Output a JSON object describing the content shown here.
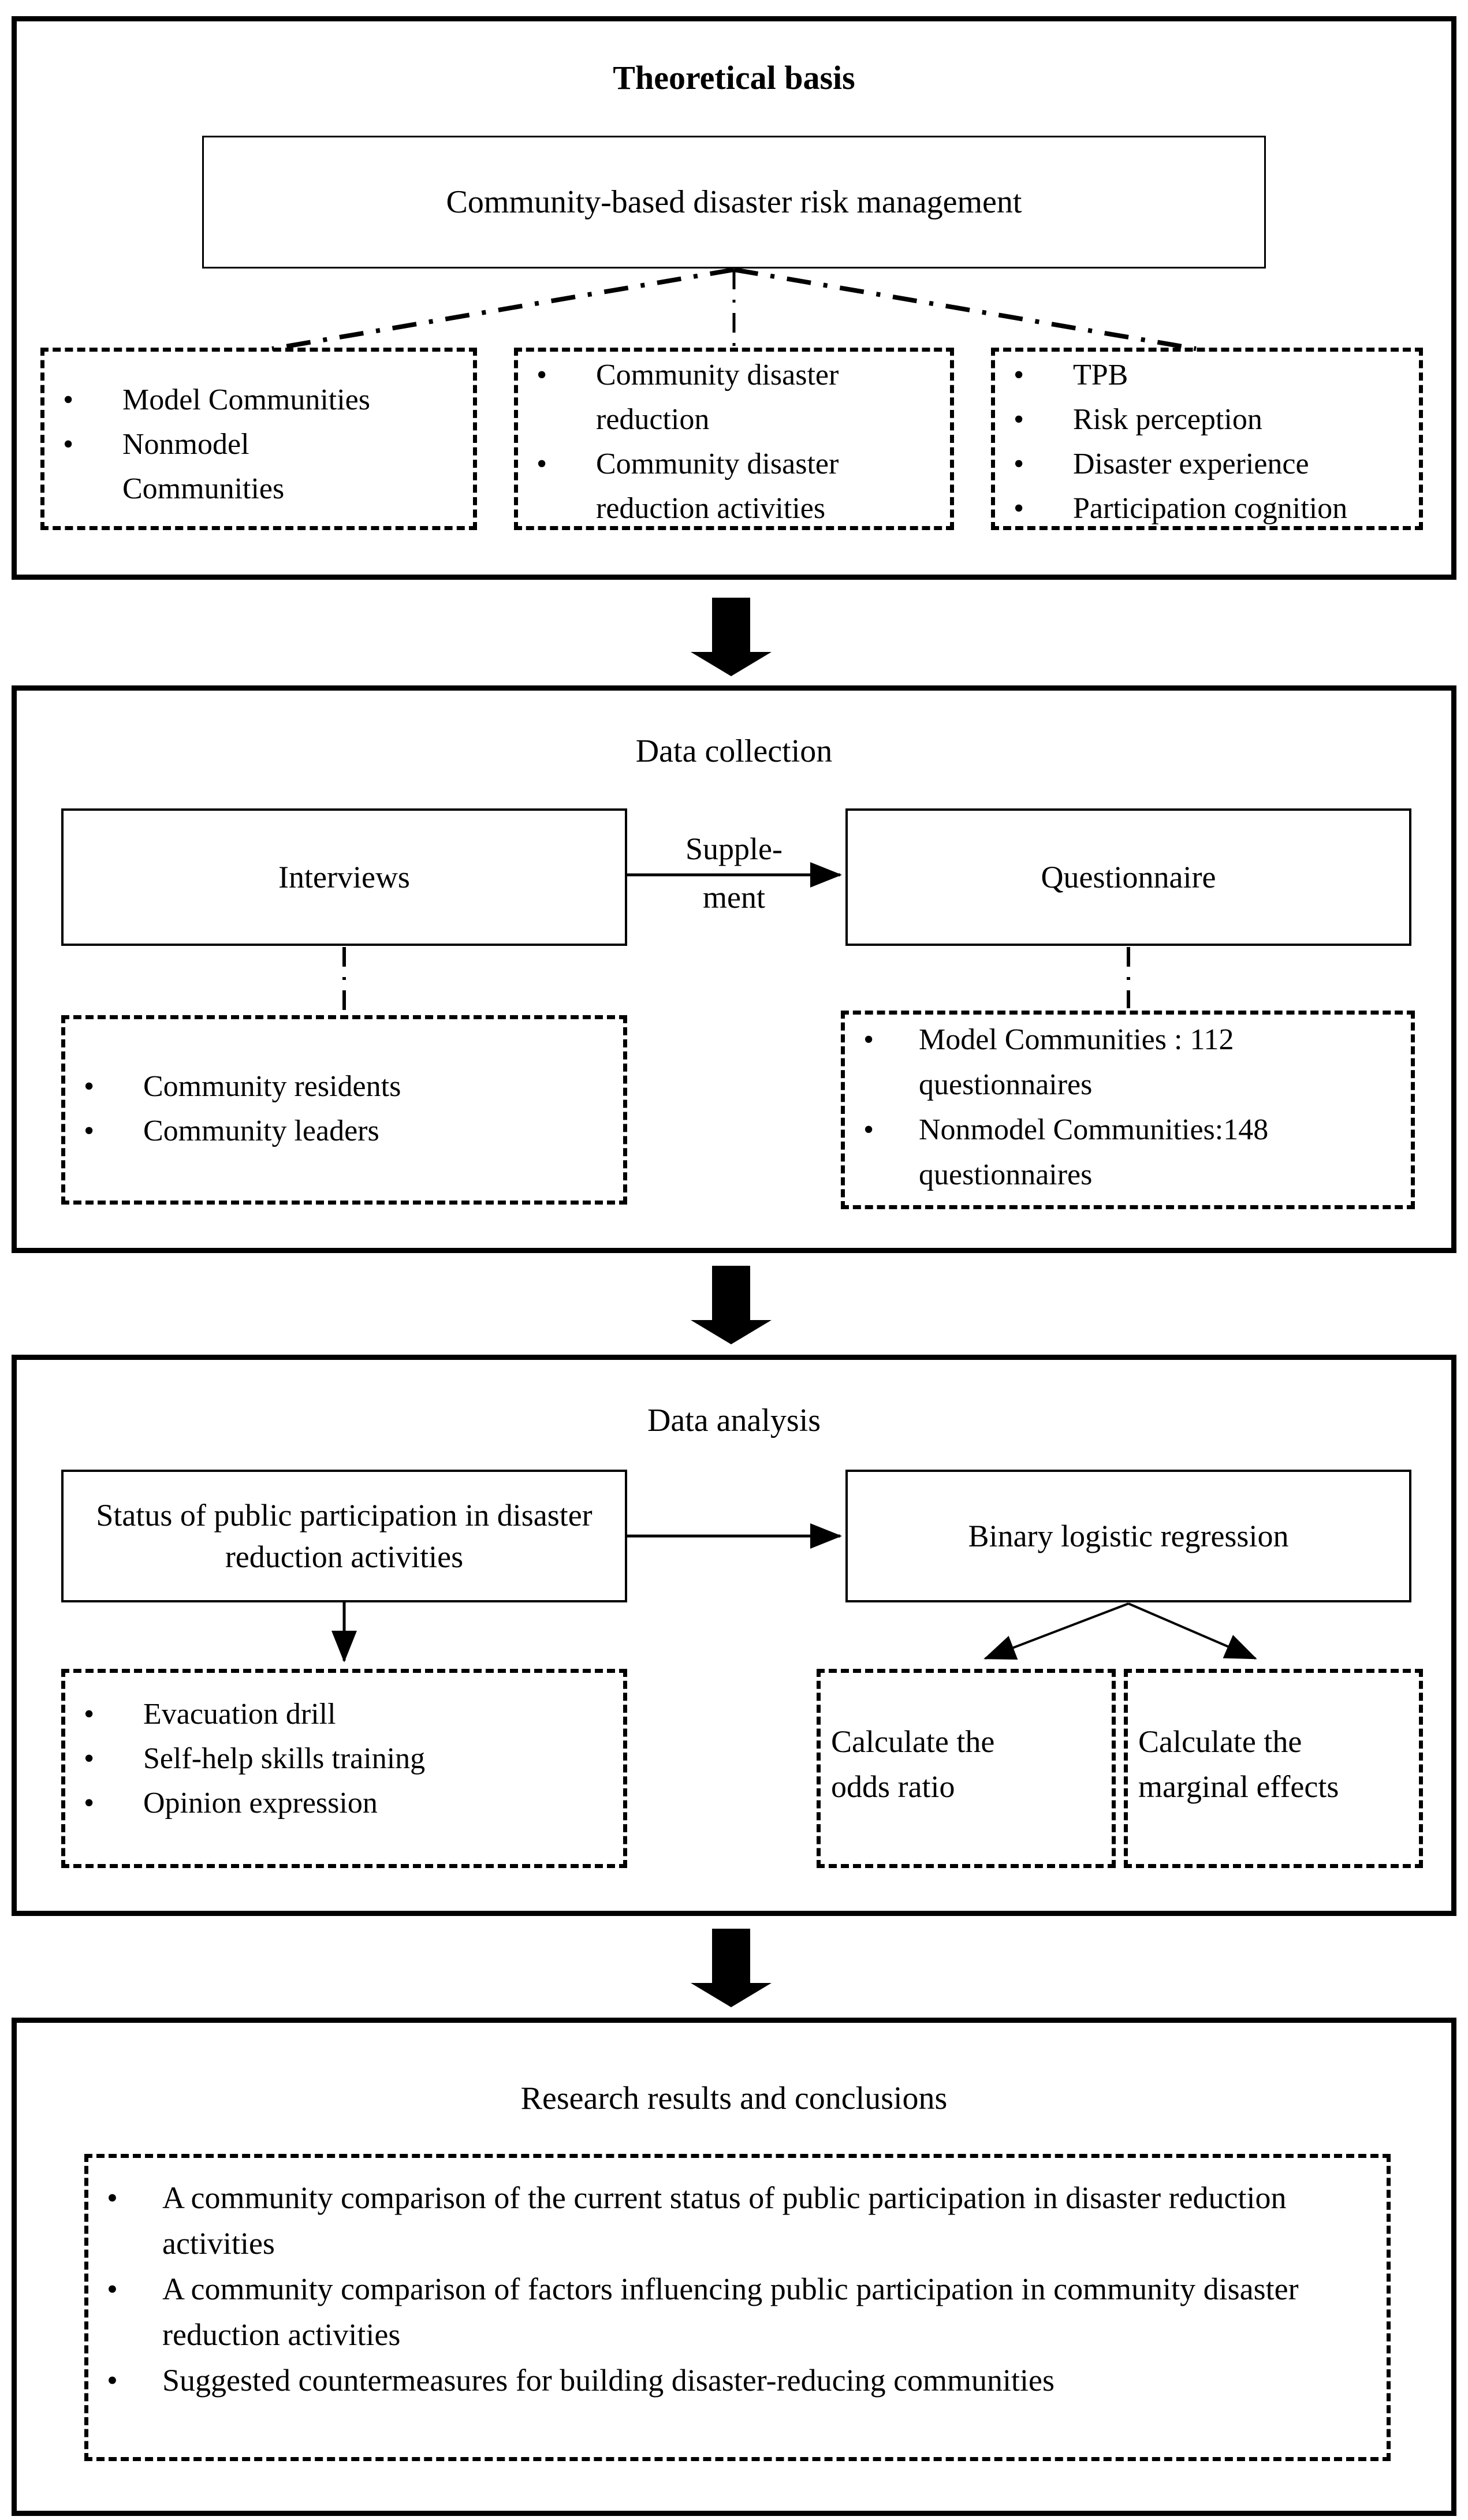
{
  "colors": {
    "ink": "#000000",
    "paper": "#ffffff"
  },
  "theory": {
    "heading": "Theoretical basis",
    "main_box": "Community-based disaster risk management",
    "communities": [
      "Model Communities",
      "Nonmodel Communities"
    ],
    "reduction": [
      "Community disaster reduction",
      "Community disaster reduction activities"
    ],
    "concepts": [
      "TPB",
      "Risk perception",
      "Disaster experience",
      "Participation cognition"
    ]
  },
  "collection": {
    "heading": "Data collection",
    "interviews": "Interviews",
    "questionnaire": "Questionnaire",
    "supplement_line1": "Supple-",
    "supplement_line2": "ment",
    "interviewees": [
      "Community residents",
      "Community leaders"
    ],
    "samples": [
      "Model Communities : 112 questionnaires",
      "Nonmodel Communities:148 questionnaires"
    ]
  },
  "analysis": {
    "heading": "Data analysis",
    "status_box": "Status of public participation in disaster reduction activities",
    "regression_box": "Binary logistic regression",
    "activities": [
      "Evacuation drill",
      "Self-help skills training",
      "Opinion expression"
    ],
    "odds_box": "Calculate the odds ratio",
    "marginal_box": "Calculate the marginal effects"
  },
  "results": {
    "heading": "Research results and conclusions",
    "conclusions": [
      "A community comparison of the current status of public participation in disaster reduction activities",
      "A community comparison of factors influencing public participation in community disaster reduction activities",
      "Suggested countermeasures for building disaster-reducing communities"
    ]
  }
}
